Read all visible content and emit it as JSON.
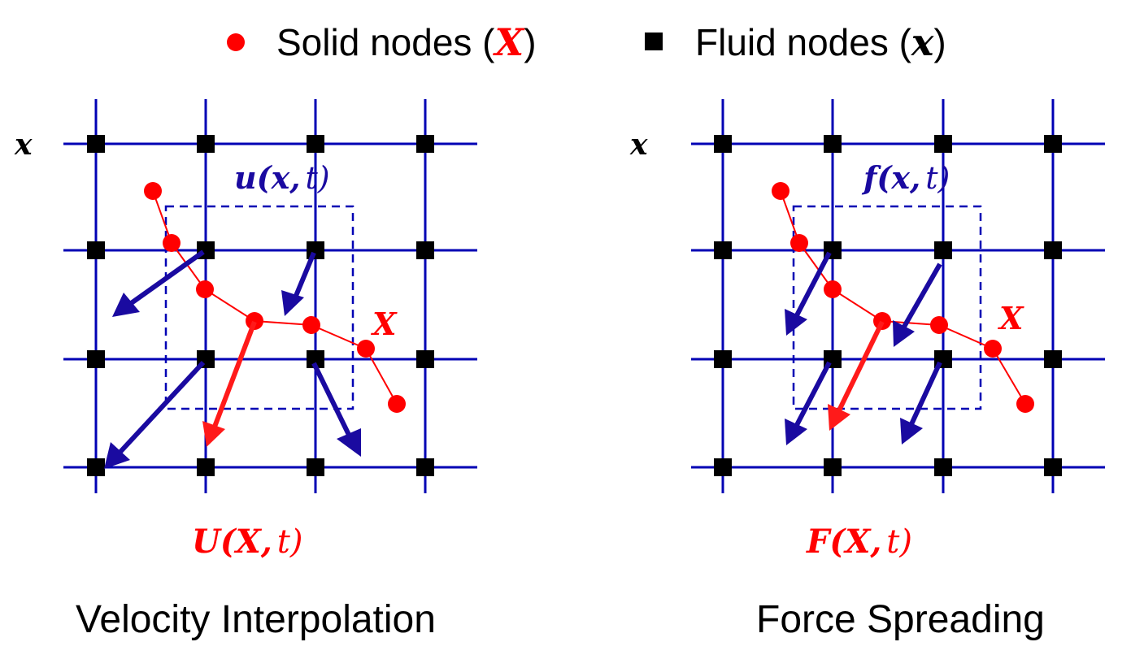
{
  "legend": {
    "solid_label": "Solid nodes (",
    "solid_symbol": "X",
    "solid_close": ")",
    "fluid_label": "Fluid nodes (",
    "fluid_symbol": "x",
    "fluid_close": ")"
  },
  "panels": [
    {
      "id": "velocity",
      "grid_label": "x",
      "field_label": "u(x,",
      "field_t": "t)",
      "solid_label": "X",
      "solid_field_label": "U(X,",
      "solid_field_t": "t)",
      "caption": "Velocity Interpolation"
    },
    {
      "id": "force",
      "grid_label": "x",
      "field_label": "f(x,",
      "field_t": "t)",
      "solid_label": "X",
      "solid_field_label": "F(X,",
      "solid_field_t": "t)",
      "caption": "Force Spreading"
    }
  ],
  "colors": {
    "grid": "#0000b4",
    "fluid_node": "#000000",
    "solid": "#ff0000",
    "arrow_blue": "#1a0aa0",
    "arrow_red": "#ff1a1a",
    "dashed_box": "#0000b4"
  }
}
